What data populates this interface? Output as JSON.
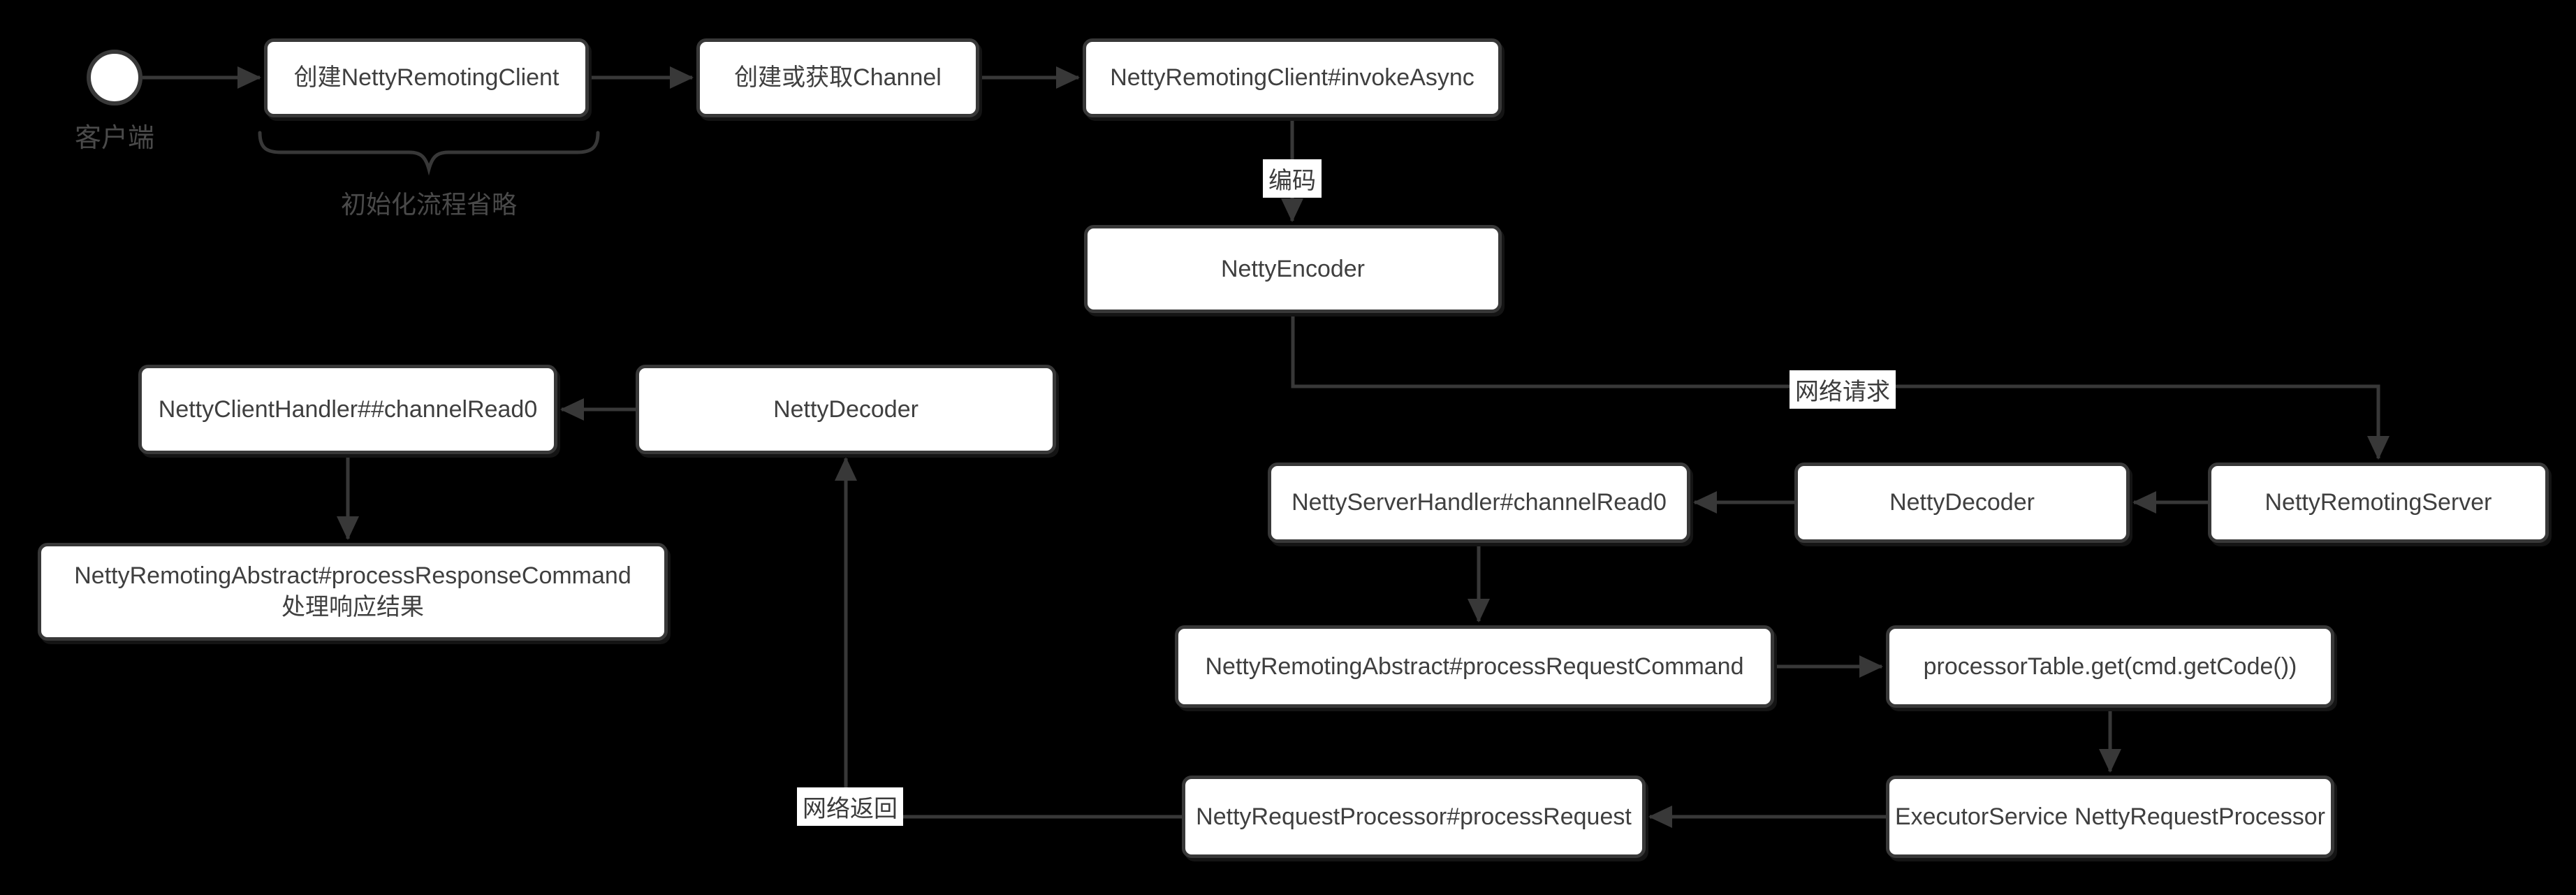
{
  "diagram": {
    "start": {
      "label": "客户端"
    },
    "init_note": "初始化流程省略",
    "nodes": {
      "create_client": "创建NettyRemotingClient",
      "get_channel": "创建或获取Channel",
      "invoke_async": "NettyRemotingClient#invokeAsync",
      "netty_encoder": "NettyEncoder",
      "remoting_server": "NettyRemotingServer",
      "server_decoder": "NettyDecoder",
      "server_handler": "NettyServerHandler#channelRead0",
      "process_request": "NettyRemotingAbstract#processRequestCommand",
      "processor_table": "processorTable.get(cmd.getCode())",
      "executor": "ExecutorService NettyRequestProcessor",
      "request_processor": "NettyRequestProcessor#processRequest",
      "client_decoder": "NettyDecoder",
      "client_handler": "NettyClientHandler##channelRead0",
      "process_response_line1": "NettyRemotingAbstract#processResponseCommand",
      "process_response_line2": "处理响应结果"
    },
    "edge_labels": {
      "encode": "编码",
      "network_request": "网络请求",
      "network_return": "网络返回"
    },
    "colors": {
      "background": "#000000",
      "node_fill": "#ffffff",
      "stroke": "#383838",
      "node_text": "#3f3f3f",
      "muted_text": "#4a4a4a"
    }
  }
}
